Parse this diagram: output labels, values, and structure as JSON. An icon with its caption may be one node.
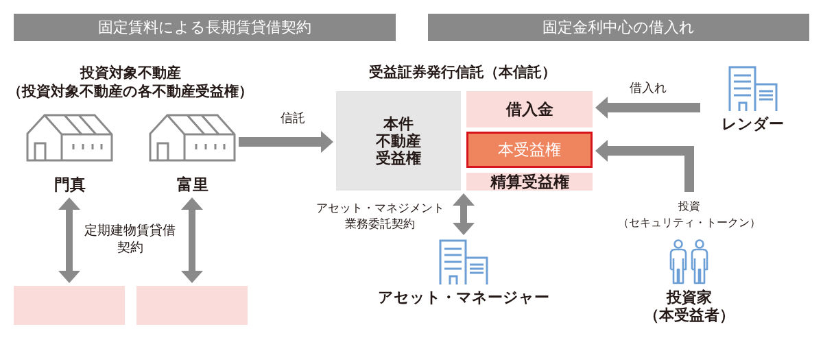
{
  "diagram": {
    "nodes": [
      {
        "text": [
          "固定賃料による長期賃貸借契約"
        ]
      },
      {
        "text": [
          "固定金利中心の借入れ"
        ]
      },
      {
        "text": [
          "門真"
        ]
      },
      {
        "text": [
          "富里"
        ]
      },
      {
        "text": [],
        "shape": "box"
      },
      {
        "text": [],
        "shape": "box"
      },
      {
        "text": [
          "本件不動産受益権"
        ]
      },
      {
        "text": [
          "借入金"
        ]
      },
      {
        "text": [
          "本受益権"
        ]
      },
      {
        "text": [
          "精算受益権"
        ]
      },
      {
        "text": [
          "レンダー"
        ]
      },
      {
        "text": [
          "アセット・マネージャー"
        ]
      },
      {
        "text": [
          "投資家",
          "（本受益者）"
        ]
      }
    ],
    "edges": [
      {
        "from": 2,
        "to": 4,
        "arrow": "both"
      },
      {
        "from": 3,
        "to": 5,
        "arrow": "both"
      },
      {
        "from": 3,
        "to": 6,
        "label": "信託",
        "arrow": "to"
      },
      {
        "from": 10,
        "to": 7,
        "label": "借入れ",
        "arrow": "to"
      },
      {
        "from": 12,
        "to": 8,
        "label": "投資（セキュリティ・トークン）",
        "arrow": "to"
      },
      {
        "from": 6,
        "to": 11,
        "label": "アセット・マネジメント業務委託契約",
        "arrow": "both"
      }
    ],
    "labels": [
      "投資対象不動産",
      "（投資対象不動産の各不動産受益権）",
      "受益証券発行信託（本信託）",
      "定期建物賃貸借契約"
    ]
  }
}
